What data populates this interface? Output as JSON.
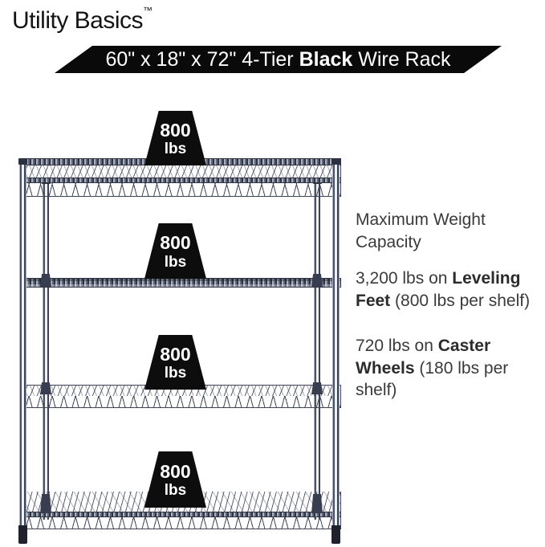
{
  "brand": {
    "name": "Utility Basics",
    "trademark": "™"
  },
  "banner": {
    "size_text": "60\" x 18\" x 72\" 4-Tier ",
    "bold_text": "Black",
    "suffix_text": " Wire Rack"
  },
  "rack": {
    "tiers": 4,
    "badges": [
      {
        "value": "800",
        "unit": "lbs"
      },
      {
        "value": "800",
        "unit": "lbs"
      },
      {
        "value": "800",
        "unit": "lbs"
      },
      {
        "value": "800",
        "unit": "lbs"
      }
    ]
  },
  "info": {
    "heading": "Maximum Weight Capacity",
    "items": [
      {
        "prefix": "3,200 lbs on ",
        "bold": "Leveling Feet",
        "suffix": " (800 lbs per shelf)"
      },
      {
        "prefix": "720 lbs on ",
        "bold": "Caster Wheels",
        "suffix": " (180 lbs per shelf)"
      }
    ]
  },
  "colors": {
    "banner_bg": "#0a0a0a",
    "badge_bg": "#0d0d0d",
    "wire": "#454b5e",
    "text": "#3a3a3a",
    "background": "#ffffff"
  }
}
